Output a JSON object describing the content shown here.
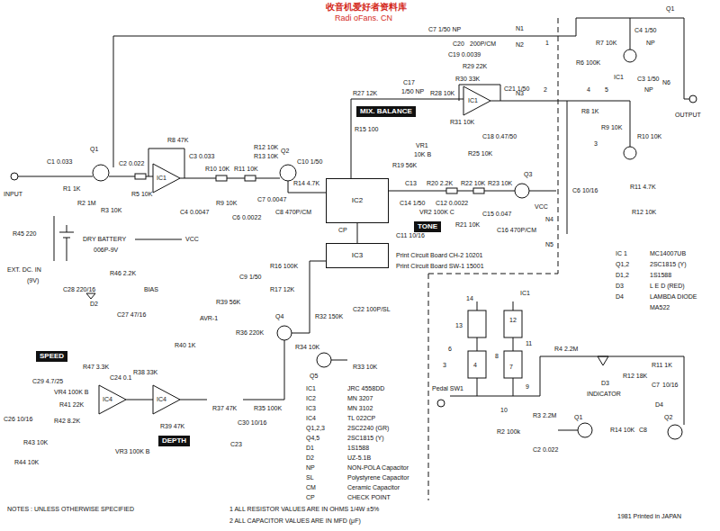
{
  "diagram": {
    "nodes": [
      {
        "text": [
          "MIX. BALANCE"
        ]
      },
      {
        "text": [
          "IC2"
        ]
      },
      {
        "text": [
          "TONE"
        ]
      },
      {
        "text": [
          "IC3"
        ]
      },
      {
        "text": [
          "SPEED"
        ]
      },
      {
        "text": [
          "DEPTH"
        ]
      }
    ],
    "edges": [
      {
        "from": 1,
        "to": 3,
        "arrow": "none"
      }
    ],
    "labels": [
      "收音机爱好者资料库",
      "Radi oFans. CN",
      "C7 1/50 NP",
      "C20",
      "200P/CM",
      "C19 0.0039",
      "R29 22K",
      "R30 33K",
      "N1",
      "N2",
      "N3",
      "R27 12K",
      "C17",
      "1/50 NP",
      "R28 10K",
      "IC1",
      "C21 1/50",
      "R31 10K",
      "C18 0.47/50",
      "R25 10K",
      "VR1",
      "10K B",
      "R15 100",
      "Q1",
      "C4 1/50",
      "NP",
      "R7 10K",
      "R6 100K",
      "IC1",
      "C3 1/50",
      "NP",
      "N6",
      "OUTPUT",
      "R8 1K",
      "R9 10K",
      "R10 10K",
      "C6 10/16",
      "R11 4.7K",
      "R12 10K",
      "3",
      "1",
      "2",
      "4",
      "5",
      "INPUT",
      "C1 0.033",
      "R1 1K",
      "Q1",
      "R2 1M",
      "R3 10K",
      "C2 0.022",
      "R5 10K",
      "R8 47K",
      "IC1",
      "C3 0.033",
      "C4 0.0047",
      "R10 10K",
      "R9 10K",
      "R11 10K",
      "C6 0.0022",
      "R12 10K",
      "R13 10K",
      "Q2",
      "C7 0.0047",
      "C8 470P/CM",
      "R14 4.7K",
      "C10 1/50",
      "R19 56K",
      "C13",
      "C14 1/50",
      "R20 2.2K",
      "R22 10K",
      "R23 10K",
      "Q3",
      "C12 0.0022",
      "C15 0.047",
      "C16 470P/CM",
      "R21 10K",
      "VR2 100K C",
      "VCC",
      "N4",
      "N5",
      "Print Circuit Board CH-2 10201",
      "Print Circuit Board SW-1 15001",
      "R45 220",
      "EXT. DC. IN",
      "(9V)",
      "DRY BATTERY",
      "006P-9V",
      "VCC",
      "C28 220/16",
      "D2",
      "R46 2.2K",
      "C27 47/16",
      "BIAS",
      "C11 10/16",
      "CP",
      "R16 100K",
      "C9 1/50",
      "R17 12K",
      "AVR-1",
      "R39 56K",
      "R36 220K",
      "Q4",
      "R34 10K",
      "R32 150K",
      "C22 100P/SL",
      "R33 10K",
      "Q5",
      "R40 1K",
      "R47 3.3K",
      "C29 4.7/25",
      "VR4 100K B",
      "R41 22K",
      "C24 0.1",
      "R38 33K",
      "IC4",
      "IC4",
      "R42 8.2K",
      "R39 47K",
      "VR3 100K B",
      "R37 47K",
      "R35 100K",
      "C30 10/16",
      "C23",
      "C26 10/16",
      "R44 10K",
      "R43 10K",
      "IC1",
      "JRC 4558DD",
      "IC2",
      "MN 3207",
      "IC3",
      "MN 3102",
      "IC4",
      "TL 022CP",
      "Q1,2,3",
      "2SC2240 (GR)",
      "Q4,5",
      "2SC1815 (Y)",
      "D1",
      "1S1588",
      "D2",
      "UZ-5.1B",
      "NP",
      "NON-POLA Capacitor",
      "SL",
      "Polystyrene Capacitor",
      "CM",
      "Ceramic Capacitor",
      "CP",
      "CHECK POINT",
      "NOTES : UNLESS OTHERWISE SPECIFIED",
      "1 ALL RESISTOR VALUES ARE IN OHMS 1/4W ±5%",
      "2 ALL CAPACITOR VALUES ARE IN MFD (μF)",
      "1981 Printed in JAPAN",
      "IC 1",
      "MC14007UB",
      "Q1,2",
      "2SC1815 (Y)",
      "D1,2",
      "1S1588",
      "D3",
      "L E D (RED)",
      "D4",
      "LAMBDA DIODE",
      "MA522",
      "IC1",
      "14",
      "13",
      "12",
      "11",
      "6",
      "3",
      "4",
      "8",
      "7",
      "9",
      "10",
      "Pedal SW1",
      "R2 100k",
      "R4 2.2M",
      "R12 18K",
      "R11 1K",
      "D3",
      "INDICATOR",
      "C7",
      "10/16",
      "Q1",
      "R3 2.2M",
      "Q2",
      "C2 0.022",
      "R14 10K",
      "C8",
      "D4"
    ]
  }
}
